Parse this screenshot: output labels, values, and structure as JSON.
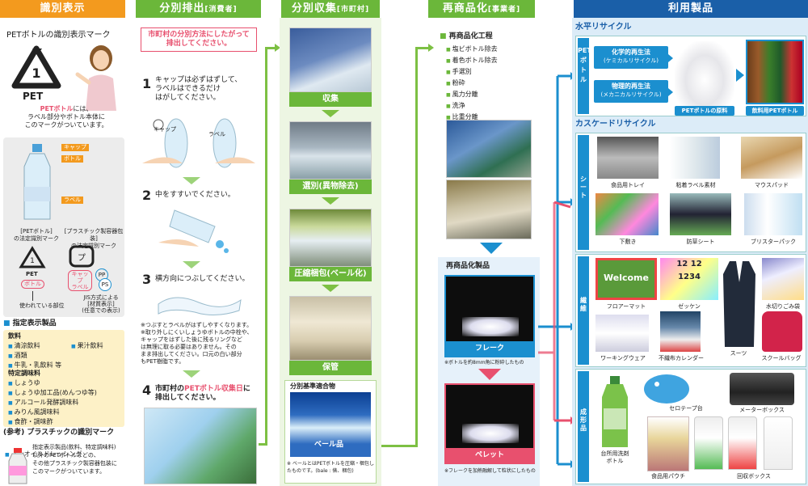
{
  "headers": {
    "h1": "識別表示",
    "h2": "分別排出",
    "h2s": "[消費者]",
    "h3": "分別収集",
    "h3s": "[市町村]",
    "h4": "再商品化",
    "h4s": "[事業者]",
    "h5": "利用製品"
  },
  "col1": {
    "mark_title": "PETボトルの識別表示マーク",
    "pet": "PET",
    "desc1": "PETボトル",
    "desc2": "には、",
    "desc3": "ラベル部分やボトル本体に",
    "desc4": "このマークがついています。",
    "cap_label": "キャップ",
    "bottle_label": "ボトル",
    "label_label": "ラベル",
    "mark_a1": "[PETボトル]",
    "mark_a2": "の法定識別マーク",
    "mark_b1": "[プラスチック製容器包装]",
    "mark_b2": "の法定識別マーク",
    "pet_small": "PET",
    "bottle_small": "ボトル",
    "cap_small": "キャップ",
    "label_small": "ラベル",
    "pp": "PP",
    "ps": "PS",
    "used_part": "使われている部位",
    "jis1": "JIS方式による",
    "jis2": "[材質表示]",
    "jis3": "(任意での表示)",
    "designated_title": "指定表示製品",
    "drinks": "飲料",
    "drink_items": [
      "清涼飲料",
      "酒類",
      "牛乳・乳飲料 等"
    ],
    "drink_items2": [
      "果汁飲料"
    ],
    "seasoning": "特定調味料",
    "seasoning_items": [
      "しょうゆ",
      "しょうゆ加工品(めんつゆ等)",
      "アルコール発酵調味料",
      "みりん風調味料",
      "食酢・調味酢",
      "ノンオイルドレッシング"
    ],
    "ref_title": "(参考) プラスチックの識別マーク",
    "ref1": "指定表示製品(飲料、特定調味料)",
    "ref2": "以外のPETボトルなどの、",
    "ref3": "その他プラスチック製容器包装に",
    "ref4": "このマークがついています。"
  },
  "col2": {
    "notice1": "市町村の分別方法にしたがって",
    "notice2": "排出してください。",
    "s1n": "1",
    "s1a": "キャップは必ずはずして、",
    "s1b": "ラベルはできるだけ",
    "s1c": "はがしてください。",
    "cap": "キャップ",
    "label": "ラベル",
    "s2n": "2",
    "s2a": "中をすすいでください。",
    "s3n": "3",
    "s3a": "横方向につぶしてください。",
    "note1": "※つぶすとラベルがはずしやすくなります。",
    "note2": "※取り外しにくいしょうゆボトルの中栓や、",
    "note3": "キャップをはずした後に残るリングなど",
    "note4": "は無理に取る必要はありません。その",
    "note5": "まま排出してください。口元の白い部分",
    "note6": "もPET樹脂です。",
    "s4n": "4",
    "s4a": "市町村の",
    "s4b": "PETボトル収集日",
    "s4c": "に",
    "s4d": "排出してください。"
  },
  "col3": {
    "c1": "収集",
    "c2": "選別(異物除去)",
    "c3": "圧縮梱包(ベール化)",
    "c4": "保管",
    "std_title": "分別基準適合物",
    "bale": "ベール品",
    "bale_note1": "※ ベールとはPETボトルを圧縮・梱包し",
    "bale_note2": "たものです。(bale : 俵、梱包)"
  },
  "col4": {
    "process_title": "再商品化工程",
    "process": [
      "塩ビボトル除去",
      "着色ボトル除去",
      "手選別",
      "粉砕",
      "風力分離",
      "洗浄",
      "比重分離"
    ],
    "products_title": "再商品化製品",
    "flake": "フレーク",
    "flake_note": "※ボトルを約8mm角に粉砕したもの",
    "pellet": "ペレット",
    "pellet_note": "※フレークを加熱融解して粒状にしたもの"
  },
  "col5": {
    "horizontal": "水平リサイクル",
    "pet_bottle": "PETボトル",
    "chem1": "化学的再生法",
    "chem2": "(ケミカルリサイクル)",
    "phys1": "物理的再生法",
    "phys2": "(メカニカルリサイクル)",
    "raw": "PETボトルの原料",
    "drink_bottle": "飲料用PETボトル",
    "cascade": "カスケードリサイクル",
    "sheet": "シート",
    "fiber": "繊維",
    "molded": "成形品",
    "p_tray": "食品用トレイ",
    "p_label": "粘着ラベル素材",
    "p_mouse": "マウスパッド",
    "p_shiki": "下敷き",
    "p_bousou": "防草シート",
    "p_blister": "ブリスターパック",
    "p_mat": "フロアーマット",
    "p_zekken": "ゼッケン",
    "p_suit": "スーツ",
    "p_bag": "水切りごみ袋",
    "p_work": "ワーキングウェア",
    "p_cal": "不織布カレンダー",
    "p_school": "スクールバッグ",
    "p_detergent1": "台所用洗剤",
    "p_detergent2": "ボトル",
    "p_tape": "セロテープ台",
    "p_meter": "メーターボックス",
    "p_pouch": "食品用パウチ",
    "p_recbox": "回収ボックス",
    "welcome": "Welcome",
    "zek1": "12",
    "zek2": "12",
    "zek3": "1234"
  },
  "colors": {
    "orange": "#f39a1e",
    "green": "#6bb73a",
    "blue": "#1b8fcf",
    "pink": "#e8506e",
    "darkblue": "#1a5fa8"
  }
}
